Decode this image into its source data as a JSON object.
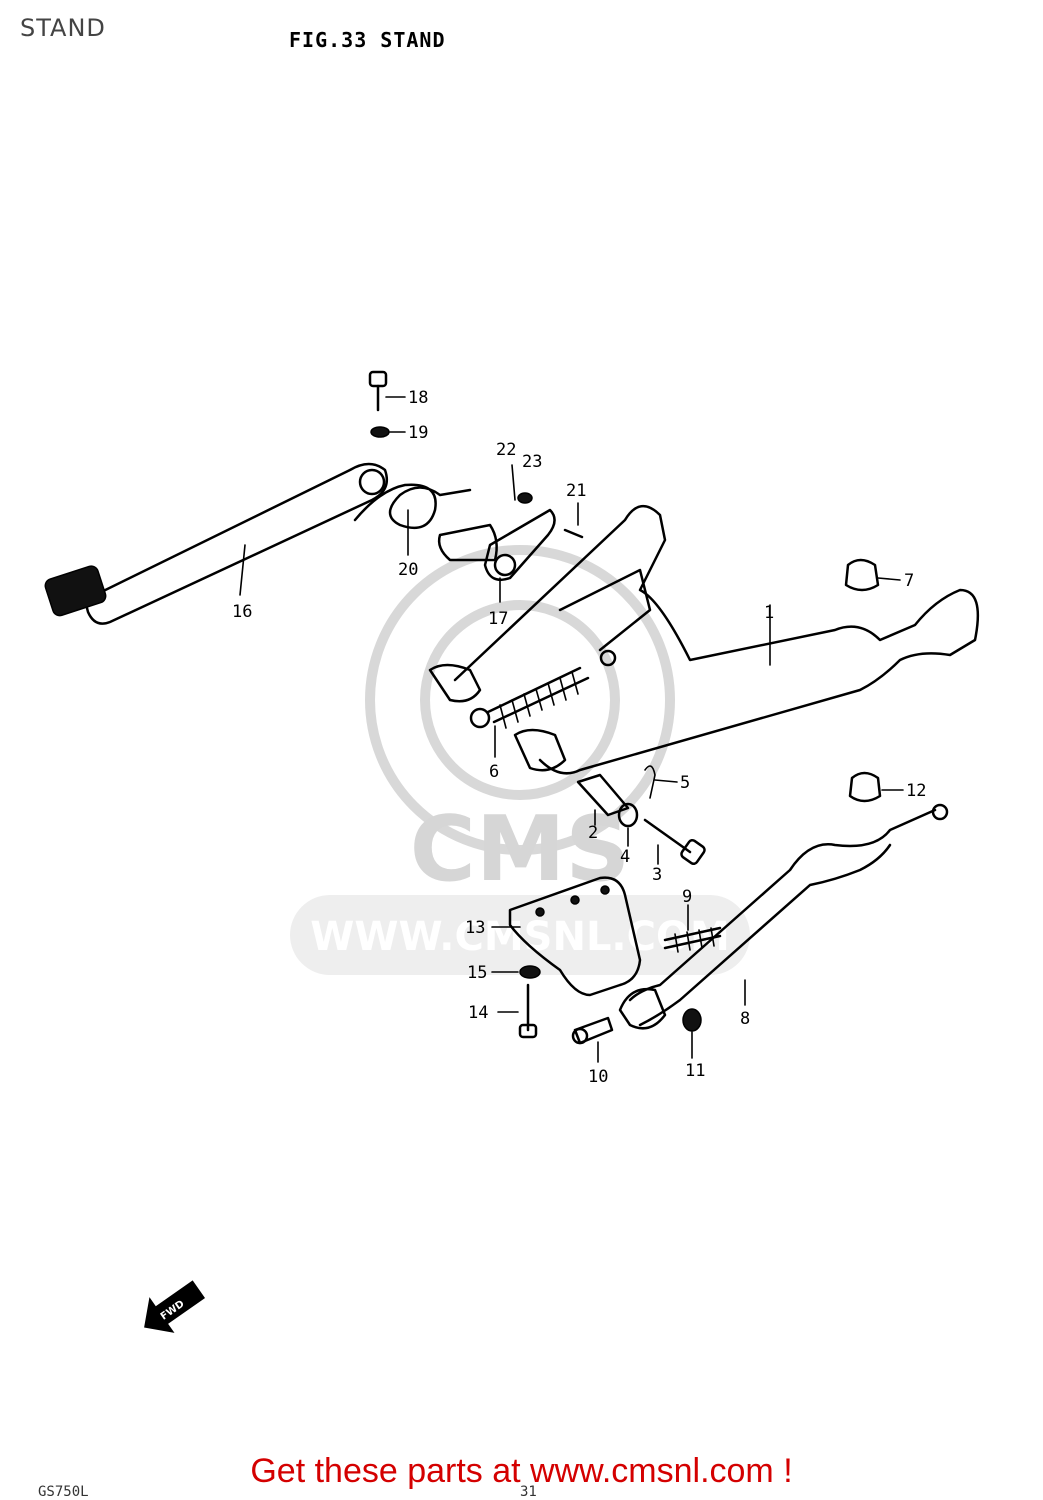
{
  "header": {
    "page_label": "STAND",
    "figure_title": "FIG.33  STAND"
  },
  "callouts": [
    {
      "id": "1",
      "label": "1"
    },
    {
      "id": "2",
      "label": "2"
    },
    {
      "id": "3",
      "label": "3"
    },
    {
      "id": "4",
      "label": "4"
    },
    {
      "id": "5",
      "label": "5"
    },
    {
      "id": "6",
      "label": "6"
    },
    {
      "id": "7",
      "label": "7"
    },
    {
      "id": "8",
      "label": "8"
    },
    {
      "id": "9",
      "label": "9"
    },
    {
      "id": "10",
      "label": "10"
    },
    {
      "id": "11",
      "label": "11"
    },
    {
      "id": "12",
      "label": "12"
    },
    {
      "id": "13",
      "label": "13"
    },
    {
      "id": "14",
      "label": "14"
    },
    {
      "id": "15",
      "label": "15"
    },
    {
      "id": "16",
      "label": "16"
    },
    {
      "id": "17",
      "label": "17"
    },
    {
      "id": "18",
      "label": "18"
    },
    {
      "id": "19",
      "label": "19"
    },
    {
      "id": "20",
      "label": "20"
    },
    {
      "id": "21",
      "label": "21"
    },
    {
      "id": "22",
      "label": "22"
    },
    {
      "id": "23",
      "label": "23"
    }
  ],
  "direction_marker": "FWD",
  "watermark": {
    "brand": "CMS",
    "url": "WWW.CMSNL.COM"
  },
  "footer": {
    "cta": "Get these parts at www.cmsnl.com !",
    "model": "GS750L",
    "page_number": "31"
  }
}
